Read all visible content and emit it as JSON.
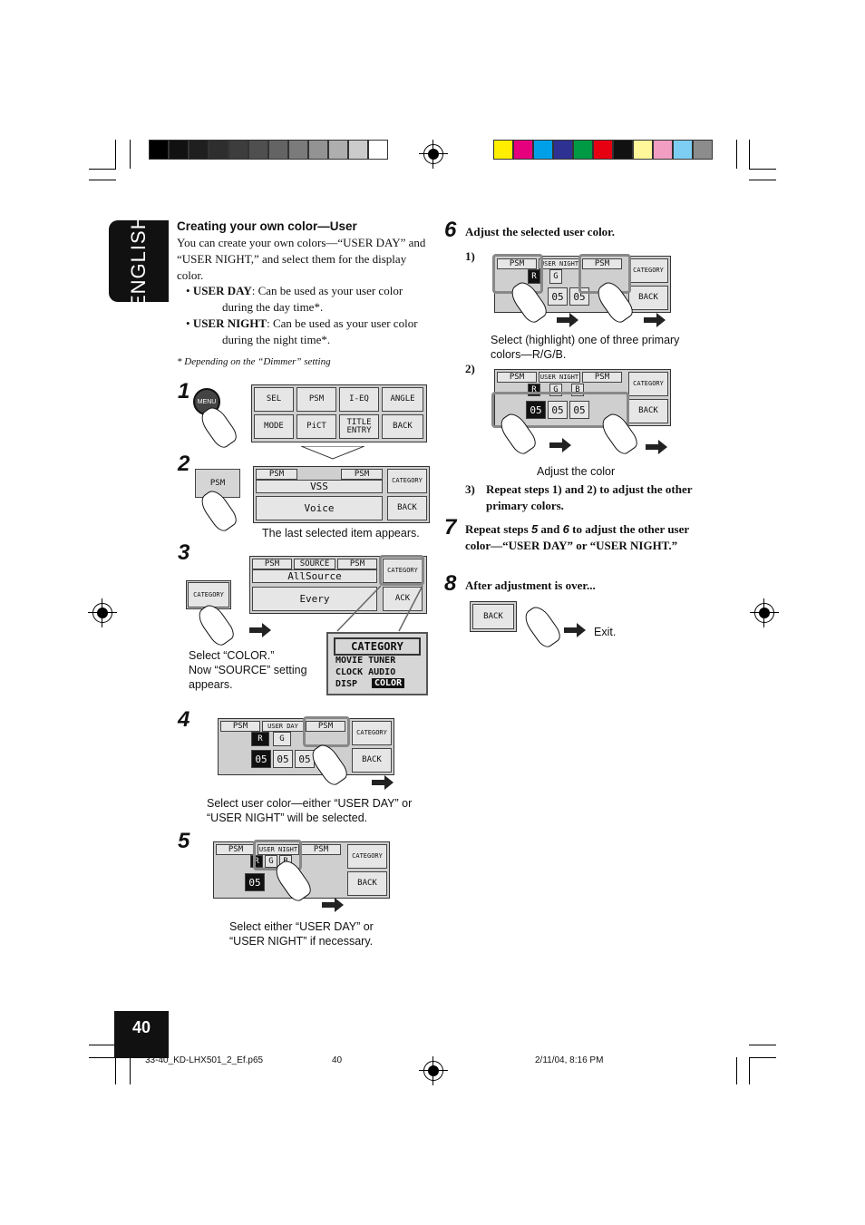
{
  "side_tab": "ENGLISH",
  "page_number": "40",
  "heading": "Creating your own color—User",
  "intro": "You can create your own colors—“USER DAY” and “USER NIGHT,” and select them for the display color.",
  "bullets": [
    {
      "term": "USER DAY",
      "text": ": Can be used as your user color during the day time*."
    },
    {
      "term": "USER NIGHT",
      "text": ": Can be used as your user color during the night time*."
    }
  ],
  "footnote": "*  Depending on the “Dimmer” setting",
  "steps_left": {
    "s1": "1",
    "s2": "2",
    "s3": "3",
    "s4": "4",
    "s5": "5",
    "menu_label": "MENU",
    "menu_cells": [
      "SEL",
      "PSM",
      "I-EQ",
      "ANGLE",
      "MODE",
      "PiCT",
      "TITLE ENTRY",
      "BACK"
    ],
    "psm_button": "PSM",
    "s2_cells": [
      "PSM",
      "VSS",
      "PSM",
      "CATEGORY",
      "Voice",
      "BACK"
    ],
    "s2_caption": "The last selected item appears.",
    "s3_cells": [
      "PSM",
      "SOURCE",
      "AllSource",
      "PSM",
      "CATEGORY",
      "Every",
      "ACK"
    ],
    "s3_category_small": "CATEGORY",
    "s3_caption_lines": [
      "Select “COLOR.”",
      "Now “SOURCE” setting",
      "appears."
    ],
    "category_zoom": {
      "title": "CATEGORY",
      "row1": "MOVIE TUNER",
      "row2": "CLOCK AUDIO",
      "row3": "DISP",
      "row3_highlight": "COLOR"
    },
    "s4_cells": [
      "PSM",
      "USER DAY",
      "PSM",
      "CATEGORY",
      "R",
      "G",
      "05",
      "05",
      "05",
      "BACK"
    ],
    "s4_caption_lines": [
      "Select user color—either “USER DAY” or",
      "“USER NIGHT” will be selected."
    ],
    "s5_cells": [
      "PSM",
      "USER NIGHT",
      "R",
      "G",
      "B",
      "PSM",
      "CATEGORY",
      "05",
      "BACK"
    ],
    "s5_caption_lines": [
      "Select either “USER DAY” or",
      "“USER NIGHT” if necessary."
    ]
  },
  "steps_right": {
    "s6": "6",
    "s6_text": "Adjust the selected user color.",
    "sub1": "1)",
    "sub1_cells": [
      "PSM",
      "R",
      "USER NIGHT",
      "PSM",
      "CATEGORY",
      "G",
      "05",
      "05",
      "BACK"
    ],
    "sub1_caption_lines": [
      "Select (highlight) one of three primary",
      "colors—R/G/B."
    ],
    "sub2": "2)",
    "sub2_cells": [
      "PSM",
      "USER NIGHT",
      "PSM",
      "CATEGORY",
      "R",
      "G",
      "B",
      "05",
      "05",
      "05",
      "BACK"
    ],
    "sub2_caption": "Adjust the color",
    "sub3_num": "3)",
    "sub3_text": "Repeat steps 1) and 2) to adjust the other primary colors.",
    "s7": "7",
    "s7_pre": "Repeat steps ",
    "s7_a": "5",
    "s7_mid": " and ",
    "s7_b": "6",
    "s7_post": " to adjust the other user color—“USER DAY” or “USER NIGHT.”",
    "s8": "8",
    "s8_text": "After adjustment is over...",
    "s8_back": "BACK",
    "s8_caption": "Exit."
  },
  "footer": {
    "file": "33-40_KD-LHX501_2_Ef.p65",
    "page": "40",
    "date": "2/11/04, 8:16 PM"
  },
  "color_bar_gray": [
    "#000000",
    "#111111",
    "#1f1f1f",
    "#2e2e2e",
    "#3d3d3d",
    "#4f4f4f",
    "#646464",
    "#7b7b7b",
    "#939393",
    "#aeaeae",
    "#cbcbcb",
    "#ffffff"
  ],
  "color_bar_color": [
    "#ffee00",
    "#e6007e",
    "#00a0e9",
    "#2e3192",
    "#009944",
    "#e60012",
    "#111111",
    "#fff799",
    "#f19ec2",
    "#7ecef4",
    "#8c8c8c"
  ]
}
